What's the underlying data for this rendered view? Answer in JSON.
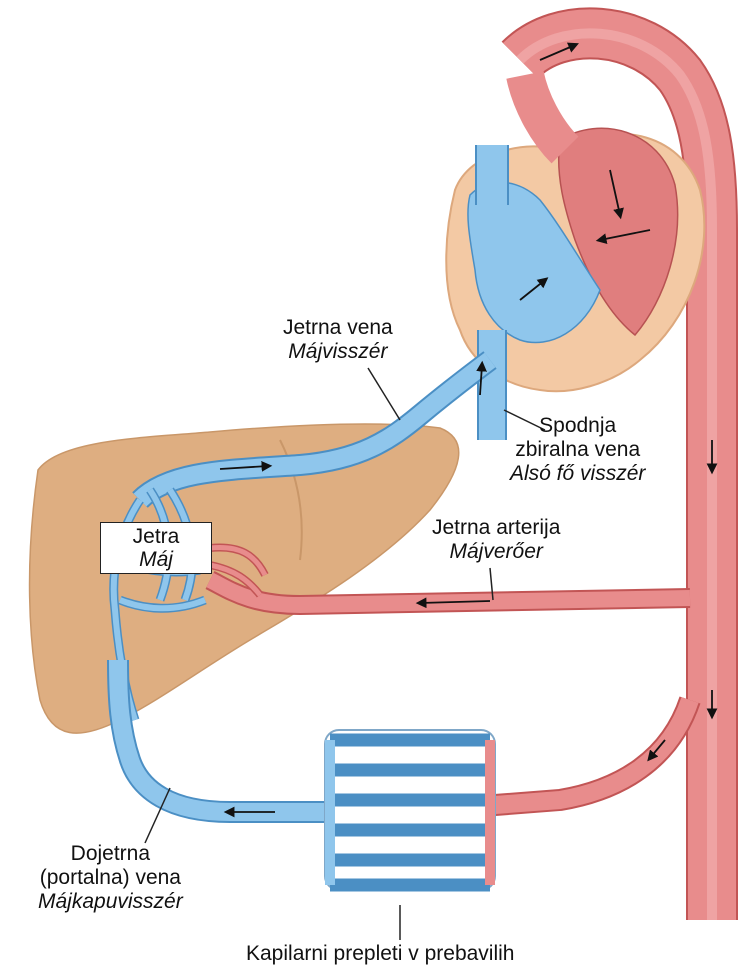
{
  "colors": {
    "artery": "#e88c8c",
    "artery_dark": "#c25555",
    "vein": "#8fc6ec",
    "vein_dark": "#4b8fc4",
    "liver": "#deae81",
    "heart_outline": "#f3c9a4",
    "background": "#ffffff"
  },
  "labels": {
    "hepatic_vein": {
      "line1": "Jetrna vena",
      "line2": "Májvisszér"
    },
    "inferior_vena_cava": {
      "line1": "Spodnja",
      "line2": "zbiralna vena",
      "line3": "Alsó fő visszér"
    },
    "liver": {
      "line1": "Jetra",
      "line2": "Máj"
    },
    "hepatic_artery": {
      "line1": "Jetrna arterija",
      "line2": "Májverőer"
    },
    "portal_vein": {
      "line1": "Dojetrna",
      "line2": "(portalna) vena",
      "line3": "Májkapuvisszér"
    },
    "capillaries": {
      "line1": "Kapilarni prepleti v prebavilih"
    }
  }
}
